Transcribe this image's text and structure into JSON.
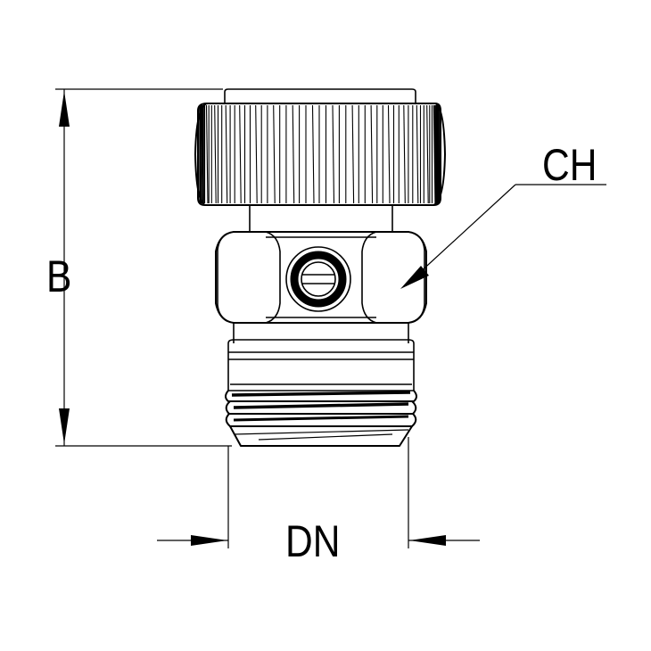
{
  "dimensions": {
    "height_label": "B",
    "across_flats_label": "CH",
    "nominal_diameter_label": "DN"
  },
  "colors": {
    "line": "#000000",
    "background": "#ffffff"
  }
}
